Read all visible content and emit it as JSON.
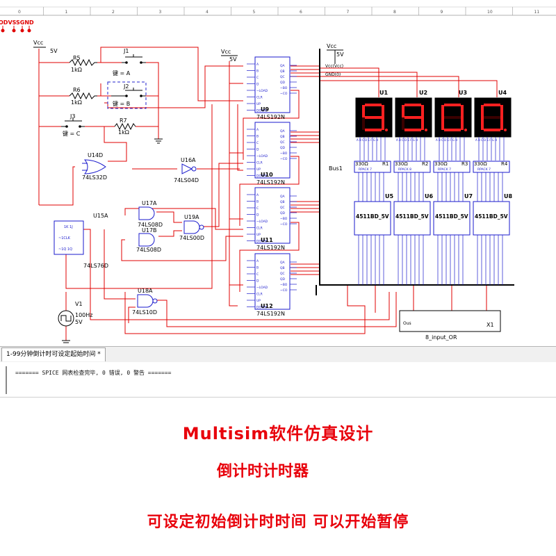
{
  "ruler": {
    "columns": [
      "0",
      "1",
      "2",
      "3",
      "4",
      "5",
      "6",
      "7",
      "8",
      "9",
      "10",
      "11"
    ]
  },
  "probes": {
    "label": "ODVSSGND"
  },
  "power": [
    {
      "label": "Vcc",
      "value": "5V"
    },
    {
      "label": "Vcc",
      "value": "5V"
    },
    {
      "label": "Vcc",
      "value": "5V",
      "pins": [
        "Vcc(Vcc)",
        "GND(0)"
      ]
    }
  ],
  "resistors": [
    {
      "ref": "R5",
      "value": "1kΩ"
    },
    {
      "ref": "R6",
      "value": "1kΩ"
    },
    {
      "ref": "R7",
      "value": "1kΩ"
    }
  ],
  "switches": [
    {
      "ref": "J1",
      "key": "键 = A"
    },
    {
      "ref": "J2",
      "key": "键 = B"
    },
    {
      "ref": "J3",
      "key": "键 = C"
    }
  ],
  "counters": [
    {
      "ref": "U9",
      "part": "74LS192N"
    },
    {
      "ref": "U10",
      "part": "74LS192N"
    },
    {
      "ref": "U11",
      "part": "74LS192N"
    },
    {
      "ref": "U12",
      "part": "74LS192N"
    }
  ],
  "counter_pins": {
    "left": [
      "A",
      "B",
      "C",
      "D",
      "~LOAD",
      "CLR",
      "UP",
      "DOWN"
    ],
    "right": [
      "QA",
      "QB",
      "QC",
      "QD",
      "~BO",
      "~CO"
    ]
  },
  "gates": [
    {
      "ref": "U14D",
      "part": "74LS32D"
    },
    {
      "ref": "U16A",
      "part": "74LS04D"
    },
    {
      "ref": "U15A",
      "part": "74LS76D"
    },
    {
      "ref": "U17A",
      "part": "74LS08D"
    },
    {
      "ref": "U17B",
      "part": "74LS08D"
    },
    {
      "ref": "U19A",
      "part": "74LS00D"
    },
    {
      "ref": "U18A",
      "part": "74LS10D"
    }
  ],
  "source": {
    "ref": "V1",
    "freq": "100Hz",
    "volt": "5V"
  },
  "bus": {
    "label": "Bus1"
  },
  "displays": [
    {
      "ref": "U1",
      "digit": "9"
    },
    {
      "ref": "U2",
      "digit": "9"
    },
    {
      "ref": "U3",
      "digit": "0"
    },
    {
      "ref": "U4",
      "digit": "0"
    }
  ],
  "display_pins": "A B C D E F G H",
  "rpacks": [
    {
      "value": "330Ω",
      "ref": "R1",
      "pack": "RPACK 7"
    },
    {
      "value": "330Ω",
      "ref": "R2",
      "pack": "RPACK 8"
    },
    {
      "value": "330Ω",
      "ref": "R3",
      "pack": "RPACK 7"
    },
    {
      "value": "330Ω",
      "ref": "R4",
      "pack": "RPACK 7"
    }
  ],
  "decoders": [
    {
      "ref": "U5",
      "part": "4511BD_5V"
    },
    {
      "ref": "U6",
      "part": "4511BD_5V"
    },
    {
      "ref": "U7",
      "part": "4511BD_5V"
    },
    {
      "ref": "U8",
      "part": "4511BD_5V"
    }
  ],
  "or_gate": {
    "ref": "X1",
    "part": "8_input_OR",
    "out": "Ous"
  },
  "tab": {
    "label": "1-99分钟倒计时可设定起始时间 *"
  },
  "log": {
    "text": "======= SPICE 网表检查完毕, 0 错误, 0 警告 ======="
  },
  "captions": {
    "line1": "Multisim软件仿真设计",
    "line2": "倒计时计时器",
    "line3": "可设定初始倒计时时间  可以开始暂停"
  },
  "colors": {
    "wire": "#e00000",
    "component": "#1a1acc",
    "segment_on": "#ff2020",
    "segment_off": "#3a0000",
    "caption": "#e8000b"
  }
}
